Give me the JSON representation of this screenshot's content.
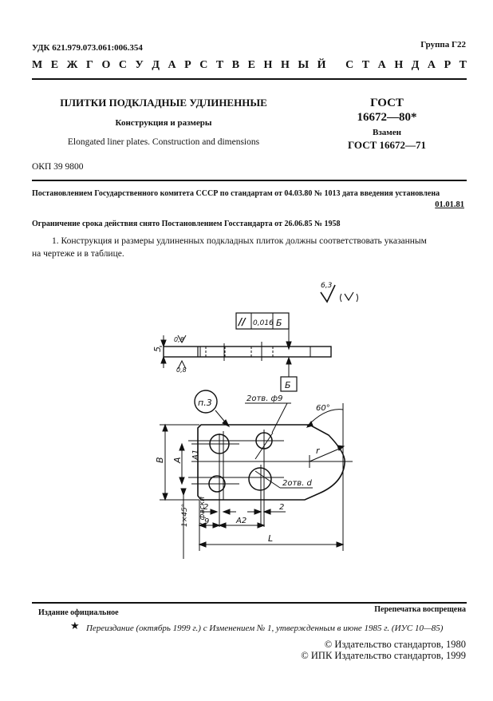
{
  "header": {
    "udk": "УДК 621.979.073.061:006.354",
    "group": "Группа Г22",
    "banner_words": [
      [
        "М",
        "Е",
        "Ж",
        "Г",
        "О",
        "С",
        "У",
        "Д",
        "А",
        "Р",
        "С",
        "Т",
        "В",
        "Е",
        "Н",
        "Н",
        "Ы",
        "Й"
      ],
      [
        "С",
        "Т",
        "А",
        "Н",
        "Д",
        "А",
        "Р",
        "Т"
      ]
    ],
    "banner_text": "МЕЖГОСУДАРСТВЕННЫЙ СТАНДАРТ"
  },
  "title_block": {
    "title": "ПЛИТКИ ПОДКЛАДНЫЕ УДЛИНЕННЫЕ",
    "subtitle": "Конструкция и размеры",
    "english_title": "Elongated liner plates. Construction and dimensions",
    "gost_label": "ГОСТ",
    "gost_number": "16672—80*",
    "replaces_label": "Взамен",
    "replaces_number": "ГОСТ 16672—71",
    "okp": "ОКП 39 9800"
  },
  "decree": {
    "text": "Постановлением Государственного комитета СССР по стандартам от 04.03.80 № 1013 дата введения установлена",
    "effective_date": "01.01.81",
    "restriction": "Ограничение срока действия снято Постановлением Госстандарта от 26.06.85  № 1958"
  },
  "body": {
    "para1_line1": "1. Конструкция и размеры удлиненных подкладных плиток должны соответствовать указанным",
    "para1_line2": "на чертеже и в таблице."
  },
  "drawing": {
    "roughness_value": "6,3",
    "roughness_bracket": "(✓)",
    "tolerance_frame": {
      "symbol": "//",
      "value": "0,016",
      "datum": "Б"
    },
    "datum_label": "Б",
    "thickness": "5",
    "surface_top": "0,8",
    "surface_bottom": "0,8",
    "note_ref": "п.3",
    "holes_small": "2отв. ф9",
    "holes_d": "2отв. d",
    "angle": "60°",
    "radius": "r",
    "dim_B": "B",
    "dim_A": "A",
    "dim_A1": "A1",
    "dim_A2": "A2",
    "dim_L": "L",
    "dim_2_left": "2",
    "dim_2_right": "2",
    "dim_9": "9",
    "chamfer_1": "1×45°",
    "chamfer_2": "2 фаски"
  },
  "footer": {
    "official": "Издание официальное",
    "reprint": "Перепечатка воспрещена",
    "star": "★",
    "reissue": "Переиздание (октябрь 1999 г.) с Изменением № 1, утвержденным в июне 1985 г. (ИУС 10—85)",
    "copyright1": "© Издательство стандартов, 1980",
    "copyright2": "© ИПК Издательство стандартов, 1999"
  }
}
